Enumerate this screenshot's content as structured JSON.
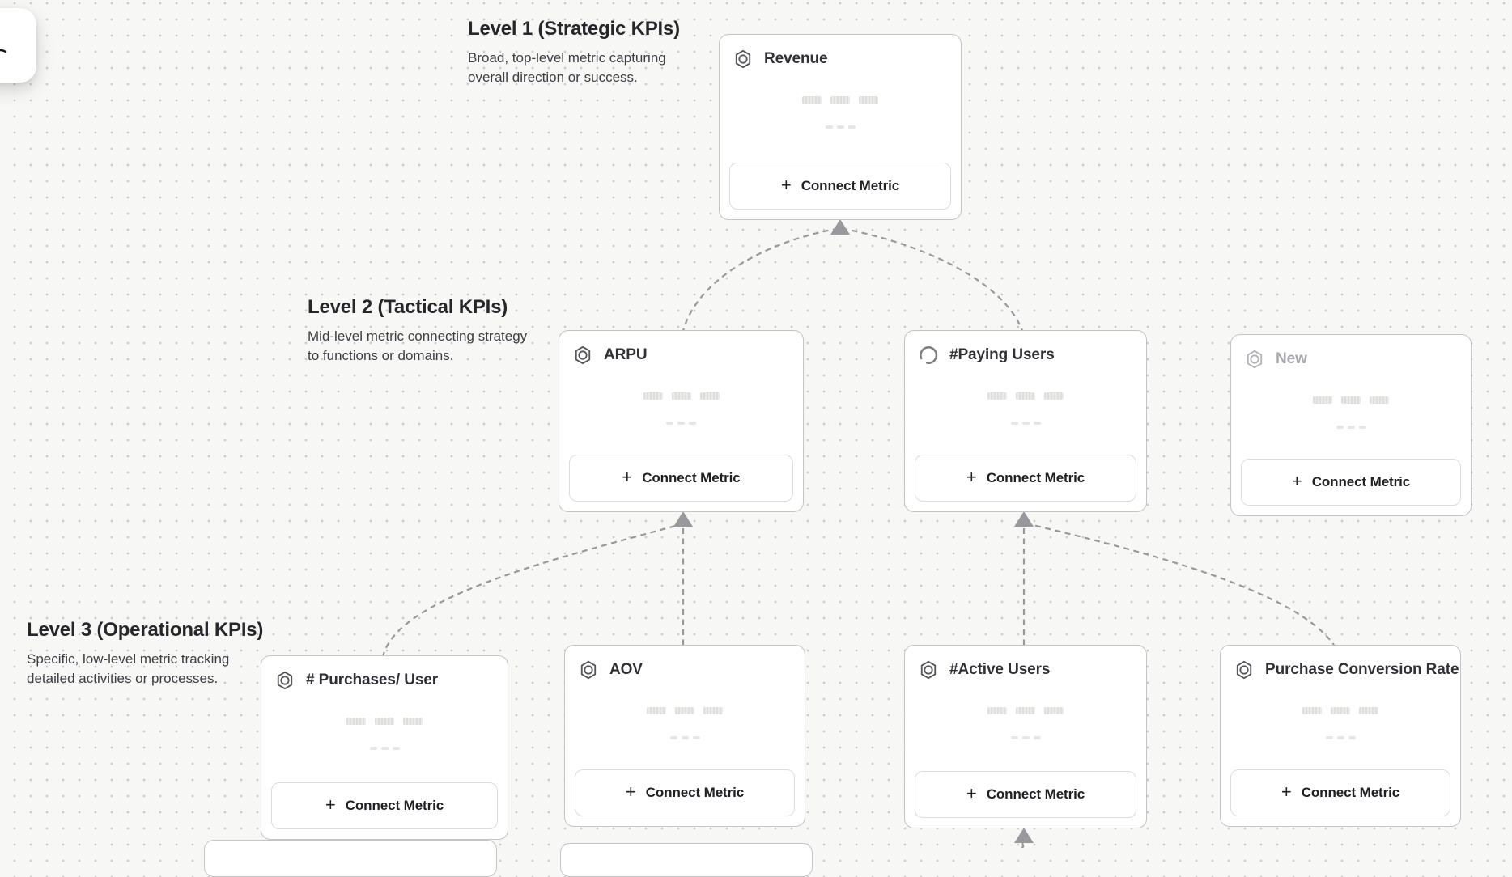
{
  "ui": {
    "connect_metric_label": "Connect Metric",
    "plus_glyph": "+"
  },
  "levels": [
    {
      "title": "Level 1 (Strategic KPIs)",
      "description": "Broad, top-level metric capturing overall direction or success."
    },
    {
      "title": "Level 2 (Tactical KPIs)",
      "description": "Mid-level metric connecting strategy to functions or domains."
    },
    {
      "title": "Level 3 (Operational KPIs)",
      "description": "Specific, low-level metric tracking detailed activities or processes."
    }
  ],
  "cards": [
    {
      "title": "Revenue",
      "level": 1,
      "icon": "metric-hexagon-icon",
      "state": "default"
    },
    {
      "title": "ARPU",
      "level": 2,
      "icon": "metric-hexagon-icon",
      "state": "default"
    },
    {
      "title": "#Paying Users",
      "level": 2,
      "icon": "spinner-icon",
      "state": "loading"
    },
    {
      "title": "New",
      "level": 2,
      "icon": "metric-hexagon-icon",
      "state": "placeholder"
    },
    {
      "title": "# Purchases/ User",
      "level": 3,
      "icon": "metric-hexagon-icon",
      "state": "default"
    },
    {
      "title": "AOV",
      "level": 3,
      "icon": "metric-hexagon-icon",
      "state": "default"
    },
    {
      "title": "#Active Users",
      "level": 3,
      "icon": "metric-hexagon-icon",
      "state": "default"
    },
    {
      "title": "Purchase Conversion Rate",
      "level": 3,
      "icon": "metric-hexagon-icon",
      "state": "default"
    }
  ],
  "colors": {
    "canvas_bg": "#f7f7f5",
    "grid_dot": "#c9c9c9",
    "card_border": "#c3c3c8",
    "connector": "#98989d",
    "title_text": "#303036",
    "placeholder_text": "#a8a8af",
    "button_border": "#dcdcde",
    "skeleton_bar": "#e3e3e1"
  }
}
